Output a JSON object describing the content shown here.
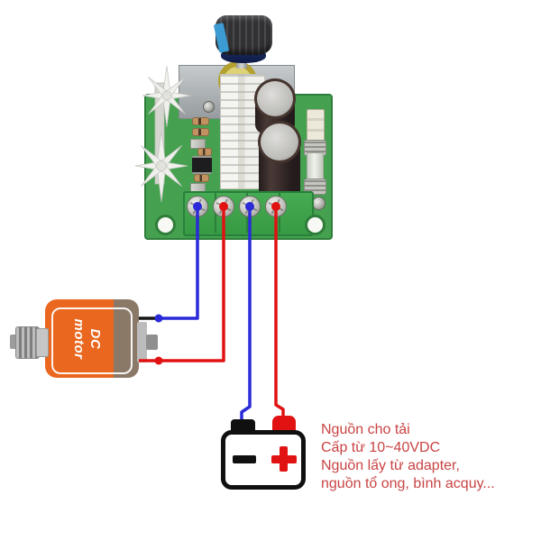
{
  "diagram": {
    "type": "wiring-diagram",
    "subject": "PWM DC motor speed controller with DC motor and battery"
  },
  "controller_board": {
    "terminals": [
      {
        "dot_color": "#2a2ad8",
        "dot_style": "background:#2a2ad8"
      },
      {
        "dot_color": "#e01212",
        "dot_style": "background:#e01212"
      },
      {
        "dot_color": "#2a2ad8",
        "dot_style": "background:#2a2ad8"
      },
      {
        "dot_color": "#e01212",
        "dot_style": "background:#e01212"
      }
    ]
  },
  "motor": {
    "label_line1": "DC",
    "label_line2": "motor",
    "body_color": "#ea671f",
    "rear_color": "#8b7967"
  },
  "battery": {
    "negative_color": "#101010",
    "positive_color": "#e01212"
  },
  "caption": {
    "color": "#c94343",
    "lines": [
      "Nguồn cho tải",
      "Cấp từ 10~40VDC",
      "Nguồn lấy từ adapter,",
      "nguồn tổ ong, bình acquy..."
    ]
  },
  "colors": {
    "wire_blue": "#2a2ad8",
    "wire_red": "#e01212",
    "wire_black": "#151515",
    "pcb_green": "#45a14f",
    "heatsink": "#f1f1ee"
  }
}
